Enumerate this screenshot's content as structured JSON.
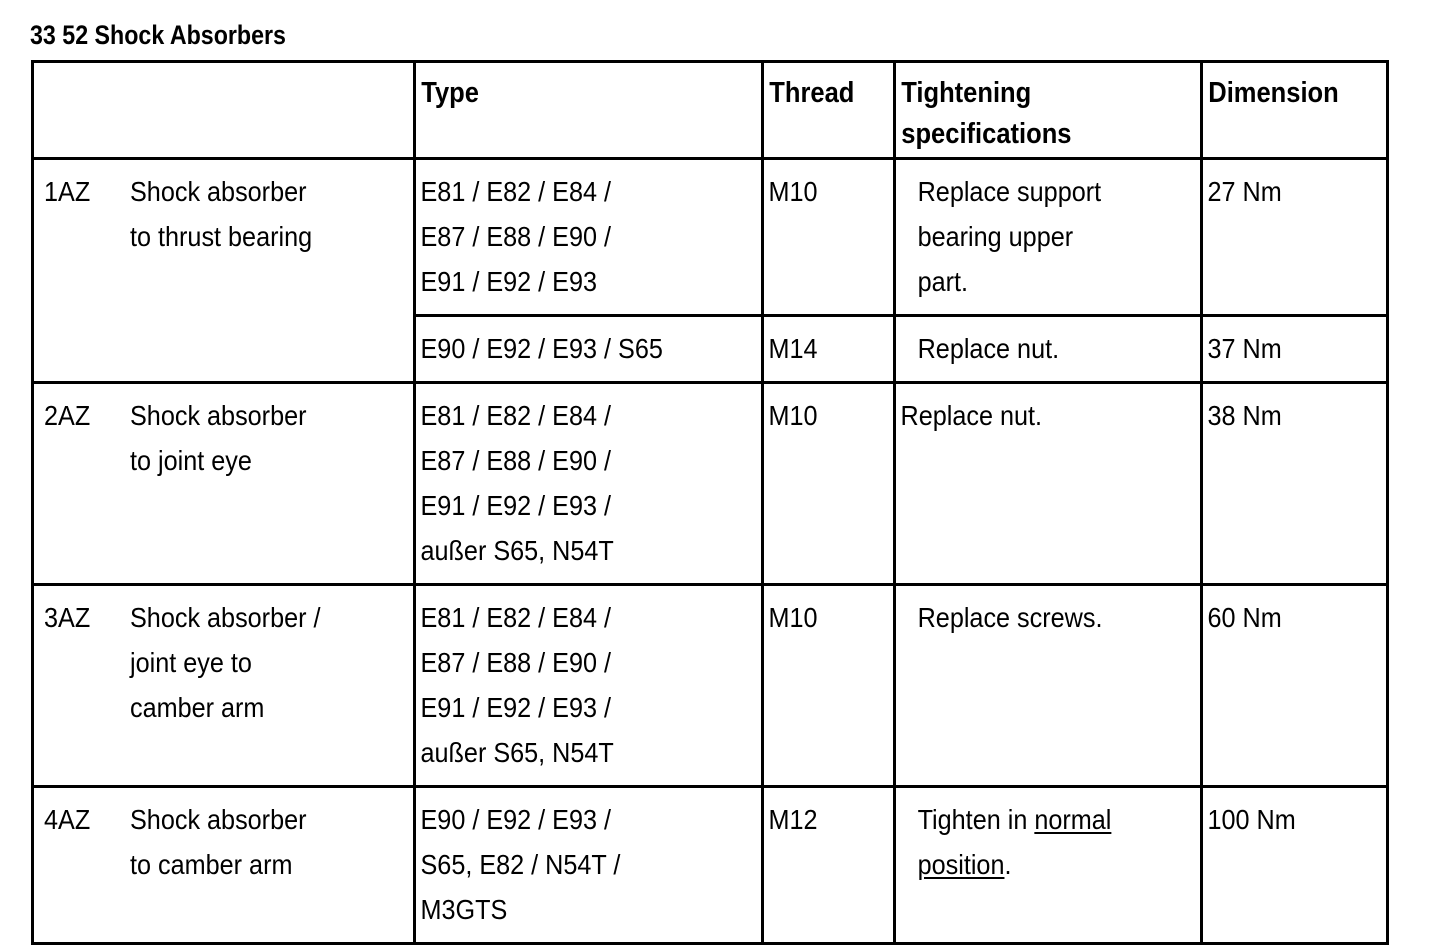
{
  "document": {
    "title": "33 52 Shock Absorbers"
  },
  "table": {
    "headers": {
      "blank": "",
      "type": "Type",
      "thread": "Thread",
      "tightening": "Tightening specifications",
      "dimension": "Dimension"
    },
    "rows": [
      {
        "id": "1AZ",
        "description": "Shock absorber\nto thrust bearing",
        "subrows": [
          {
            "type": "E81 / E82 / E84 /\nE87 / E88 / E90 /\nE91 / E92 / E93",
            "thread": "M10",
            "tightening": "Replace support\nbearing upper\npart.",
            "dimension": "27 Nm"
          },
          {
            "type": "E90 / E92 / E93 / S65",
            "thread": "M14",
            "tightening": "Replace nut.",
            "dimension": "37 Nm"
          }
        ]
      },
      {
        "id": "2AZ",
        "description": "Shock absorber\nto joint eye",
        "subrows": [
          {
            "type": "E81 / E82 / E84 /\nE87 / E88 / E90 /\nE91 / E92 / E93 /\naußer S65, N54T",
            "thread": "M10",
            "tightening": "Replace nut.",
            "dimension": "38 Nm"
          }
        ]
      },
      {
        "id": "3AZ",
        "description": "Shock absorber /\njoint eye to\ncamber arm",
        "subrows": [
          {
            "type": "E81 / E82 / E84 /\nE87 / E88 / E90 /\nE91 / E92 / E93 /\naußer S65, N54T",
            "thread": "M10",
            "tightening": "Replace screws.",
            "dimension": "60 Nm"
          }
        ]
      },
      {
        "id": "4AZ",
        "description": "Shock absorber\nto camber arm",
        "subrows": [
          {
            "type": "E90 / E92 / E93 /\nS65, E82 / N54T /\nM3GTS",
            "thread": "M12",
            "tightening_prefix": "Tighten in ",
            "tightening_underlined": "normal position",
            "tightening_suffix": ".",
            "dimension": "100 Nm"
          }
        ]
      }
    ]
  },
  "colors": {
    "ink": "#000000",
    "paper": "#ffffff"
  }
}
